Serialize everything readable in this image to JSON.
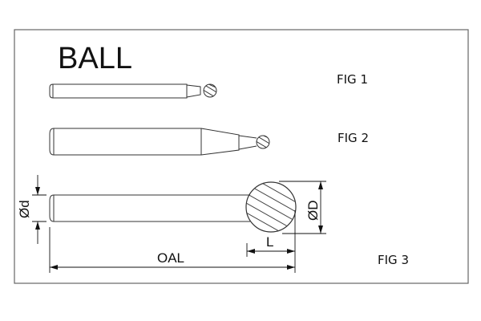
{
  "title": "BALL",
  "figures": {
    "fig1": "FIG 1",
    "fig2": "FIG 2",
    "fig3": "FIG 3"
  },
  "dimensions": {
    "shank_diameter": "Ød",
    "head_diameter": "ØD",
    "head_length": "L",
    "overall_length": "OAL"
  }
}
